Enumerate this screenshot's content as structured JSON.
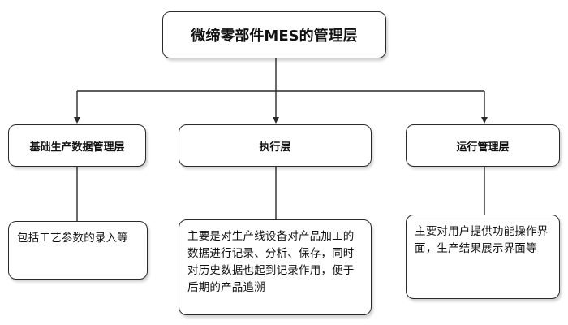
{
  "root": {
    "title": "微缔零部件MES的管理层"
  },
  "categories": [
    {
      "title": "基础生产数据管理层",
      "description": "包括工艺参数的录入等"
    },
    {
      "title": "执行层",
      "description": "主要是对生产线设备对产品加工的数据进行记录、分析、保存，同时对历史数据也起到记录作用，便于后期的产品追溯"
    },
    {
      "title": "运行管理层",
      "description": "主要对用户提供功能操作界面，生产结果展示界面等"
    }
  ]
}
